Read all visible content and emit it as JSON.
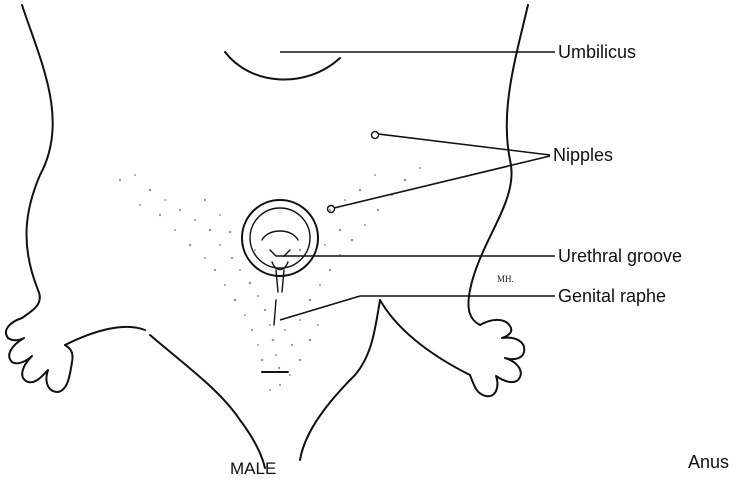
{
  "labels": {
    "umbilicus": "Umbilicus",
    "nipples": "Nipples",
    "urethral_groove": "Urethral groove",
    "genital_raphe": "Genital raphe",
    "anus": "Anus"
  },
  "caption": "MALE",
  "artist_initials": "MH.",
  "colors": {
    "line": "#111111",
    "stipple": "#9a9a9a",
    "background": "#ffffff"
  }
}
